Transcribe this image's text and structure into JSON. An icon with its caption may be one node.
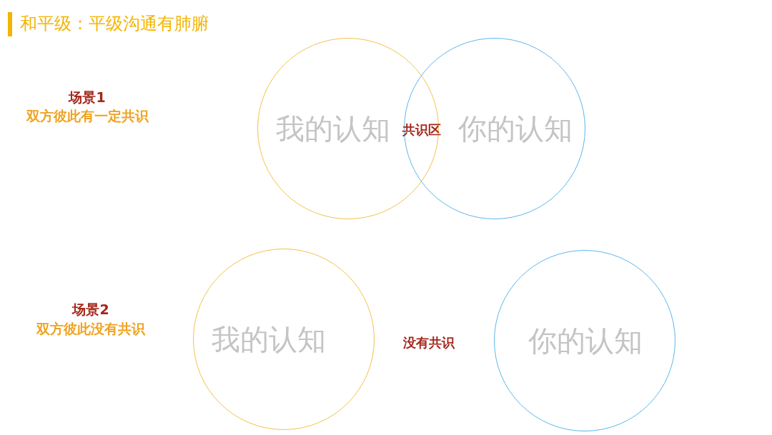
{
  "diagram": {
    "title": "和平级：平级沟通有肺腑",
    "nodes": [
      {
        "text": [
          "我的认知"
        ]
      },
      {
        "text": [
          "你的认知"
        ]
      },
      {
        "text": [
          "我的认知"
        ]
      },
      {
        "text": [
          "你的认知"
        ]
      }
    ],
    "labels": [
      "场景1",
      "双方彼此有一定共识",
      "共识区",
      "场景2",
      "双方彼此没有共识",
      "没有共识"
    ]
  }
}
